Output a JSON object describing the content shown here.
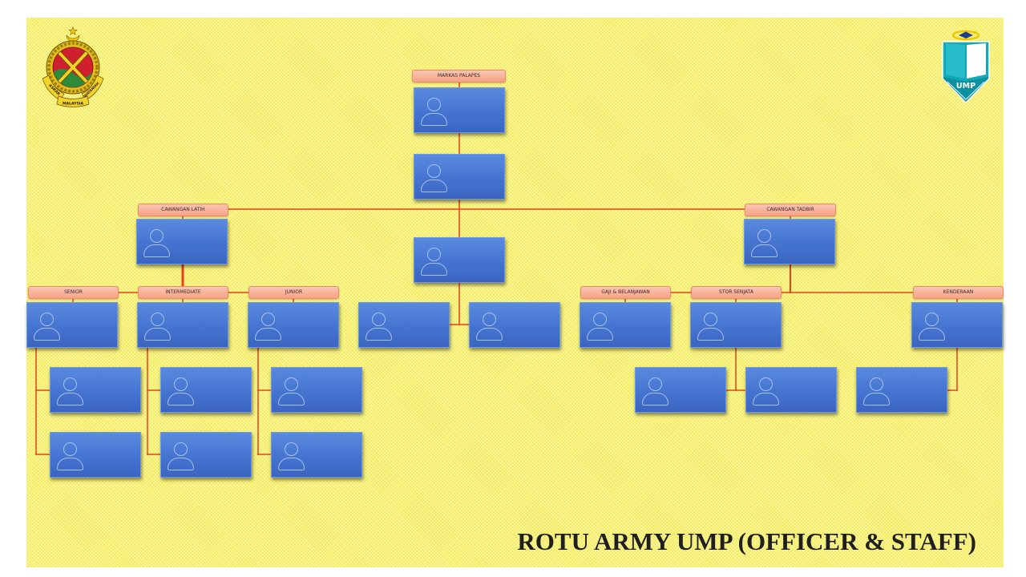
{
  "slide": {
    "title": "ROTU ARMY UMP (OFFICER & STAFF)"
  },
  "logos": {
    "army": {
      "icon": "army-emblem-icon",
      "ribbon_left": "ASKAR",
      "ribbon_right": "WATANIAH",
      "ribbon_bottom": "MALAYSIA"
    },
    "ump": {
      "icon": "ump-logo-icon",
      "text": "UMP"
    }
  },
  "org": {
    "markas_palapes": "MARKAS PALAPES",
    "cawangan_latih": "CAWANGAN LATIH",
    "cawangan_tadbir": "CAWANGAN TADBIR",
    "senior": "SENIOR",
    "intermediate": "INTERMEDIATE",
    "junior": "JUNIOR",
    "gaji_belanjawan": "GAJI & BELANJAWAN",
    "stor_senjata": "STOR SENJATA",
    "kenderaan": "KENDERAAN",
    "placeholder_icon": "person-icon"
  },
  "colors": {
    "panel": "#f8f26e",
    "node_fill": "#4472c4",
    "label_fill": "#f8a98f",
    "connector": "#e8411c",
    "title_text": "#1f1f1f"
  }
}
